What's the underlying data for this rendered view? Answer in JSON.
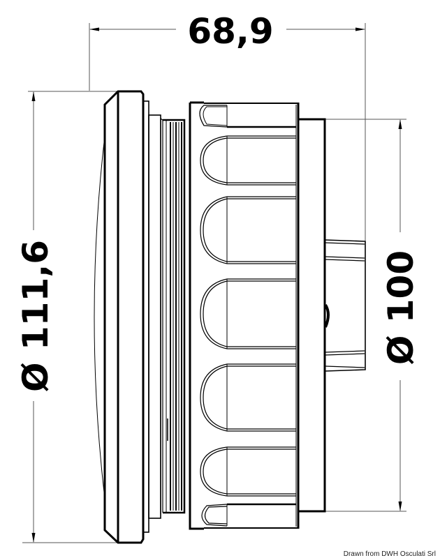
{
  "drawing": {
    "subject": "Round flush-mount fitting, side elevation",
    "units": "mm",
    "dimensions": {
      "length": {
        "label": "68,9",
        "orientation": "horizontal",
        "position": "top"
      },
      "outer_diameter": {
        "label": "Ø 111,6",
        "orientation": "vertical",
        "position": "left"
      },
      "body_diameter": {
        "label": "Ø 100",
        "orientation": "vertical",
        "position": "right"
      }
    },
    "knurl_lobes": 7,
    "credit": "Drawn from DWH Osculati Srl"
  },
  "colors": {
    "line": "#000000",
    "dim_line": "#555555",
    "background": "#ffffff"
  }
}
